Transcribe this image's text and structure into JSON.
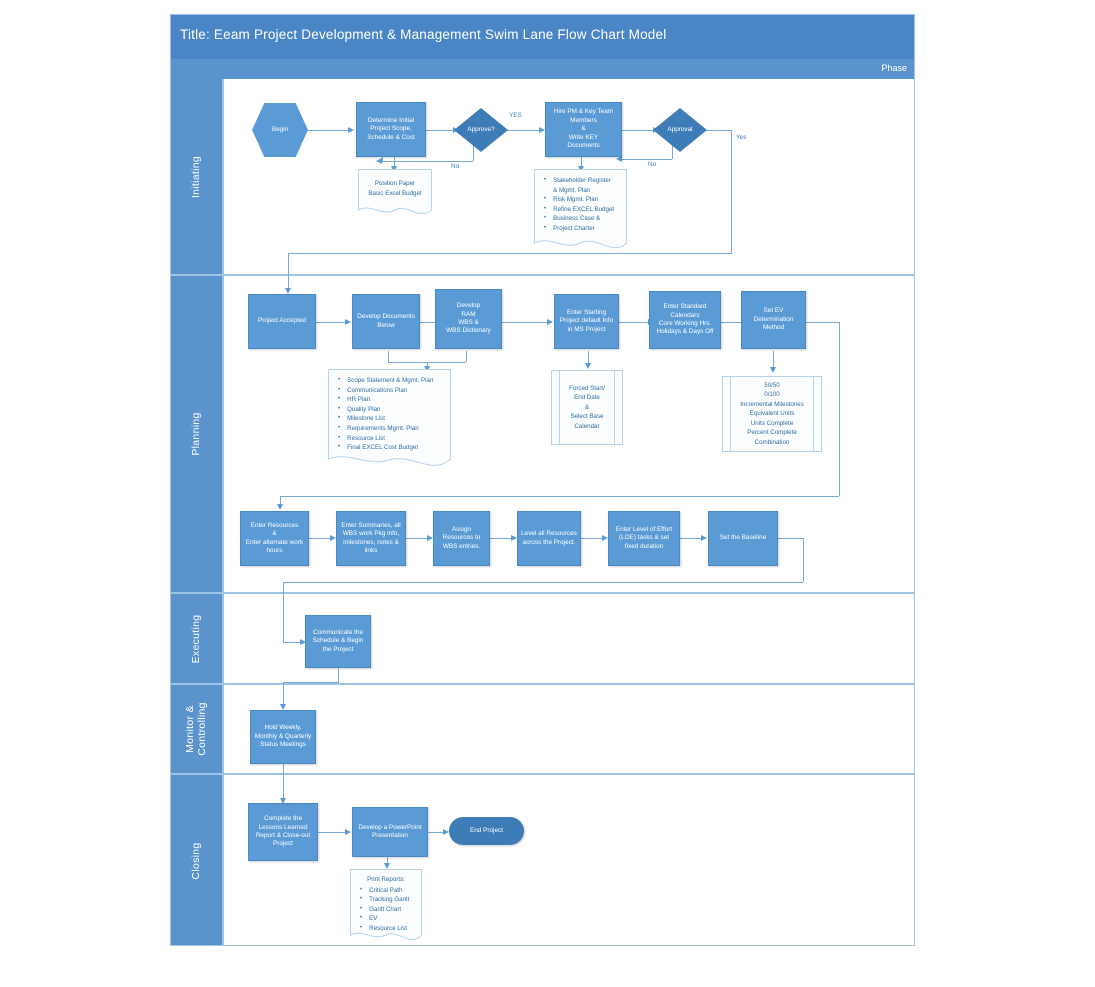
{
  "header": {
    "title_prefix": "Title:",
    "title": "Eeam Project Development & Management Swim Lane Flow Chart Model",
    "phase_label": "Phase"
  },
  "colors": {
    "lane_header": "#5B93CC",
    "title_band": "#4A86C5",
    "process_fill": "#5B9BD5",
    "decision_fill": "#3E7CB8",
    "terminator_fill": "#3E7CB8",
    "connector": "#7BA7D0",
    "doc_outline": "#B6D3EA",
    "doc_text": "#2E6CA4",
    "lane_border": "#9DC3E6"
  },
  "lanes": [
    {
      "id": "initiating",
      "label": "Initiating"
    },
    {
      "id": "planning",
      "label": "Planning"
    },
    {
      "id": "executing",
      "label": "Executing"
    },
    {
      "id": "monitor",
      "label": "Monitor &\nControlling"
    },
    {
      "id": "closing",
      "label": "Closing"
    }
  ],
  "nodes": {
    "begin": "Begin",
    "determine_scope": "Determine Initial\nProject Scope,\nSchedule & Cost",
    "approve_q": "Approve?",
    "hire_pm": "Hire PM & Key Team\nMembers\n&\nWrite KEY\nDocuments",
    "approval_q": "Approval",
    "position_paper": "Position Paper\nBasic Excel Budget",
    "key_docs_list": [
      "Stakeholder Register\n& Mgmt. Plan",
      "Risk Mgmt. Plan",
      "Refine EXCEL Budget",
      "Business Case &",
      "Project Charter"
    ],
    "project_accepted": "Project Accepted",
    "develop_documents": "Develop Documents\nBelow",
    "develop_ram": "Develop\nRAM\nWBS &\nWBS Dictionary",
    "enter_starting": "Enter Starting\nProject default Info\nin MS Project",
    "enter_calendars": "Enter Standard\nCalendars\nCore Working Hrs.\nHolidays & Days Off",
    "set_ev": "Set EV\nDetermination\nMethod",
    "planning_docs_list": [
      "Scope Statement & Mgmt. Plan",
      "Communications Plan",
      "HR Plan",
      "Quality Plan",
      "Milestone List",
      "Requirements Mgmt. Plan",
      "Resource List",
      "Final EXCEL Cost Budget"
    ],
    "forced_start": "Forced Start/\nEnd  Date\n&\nSelect Base\nCalendar",
    "ev_methods": "50/50\n0/100\nIncremental Milestones\nEquivalent Units\nUnits Complete\nPercent Complete\nCombination",
    "enter_resources": "Enter Resources\n&\nEnter alternate work\nhours",
    "enter_summaries": "Enter Summaries, all\nWBS work Pkg info,\nmilestones, notes &\nlinks",
    "assign_resources": "Assign Resources to\nWBS entries.",
    "level_resources": "Level all Resources\nacross the Project.",
    "enter_loe": "Enter Level of Effort\n(LOE) tasks & set\nfixed duration",
    "set_baseline": "Set the Baseline",
    "communicate": "Communicate the\nSchedule & Begin\nthe Project",
    "hold_meetings": "Hold Weekly,\nMonthly & Quarterly\nStatus Meetings",
    "complete_lessons": "Complete the\nLessons Learned\nReport & Close-out\nProject",
    "develop_ppt": "Develop a PowerPoint\nPresentation",
    "end_project": "End Project",
    "print_reports_title": "Print Reports:",
    "print_reports_list": [
      "Critical Path",
      "Tracking Gantt",
      "Gantt Chart",
      "EV",
      "Resource List"
    ]
  },
  "edge_labels": {
    "yes_upper": "YES",
    "no_approve": "No",
    "no_approval": "No",
    "yes_approval": "Yes"
  }
}
